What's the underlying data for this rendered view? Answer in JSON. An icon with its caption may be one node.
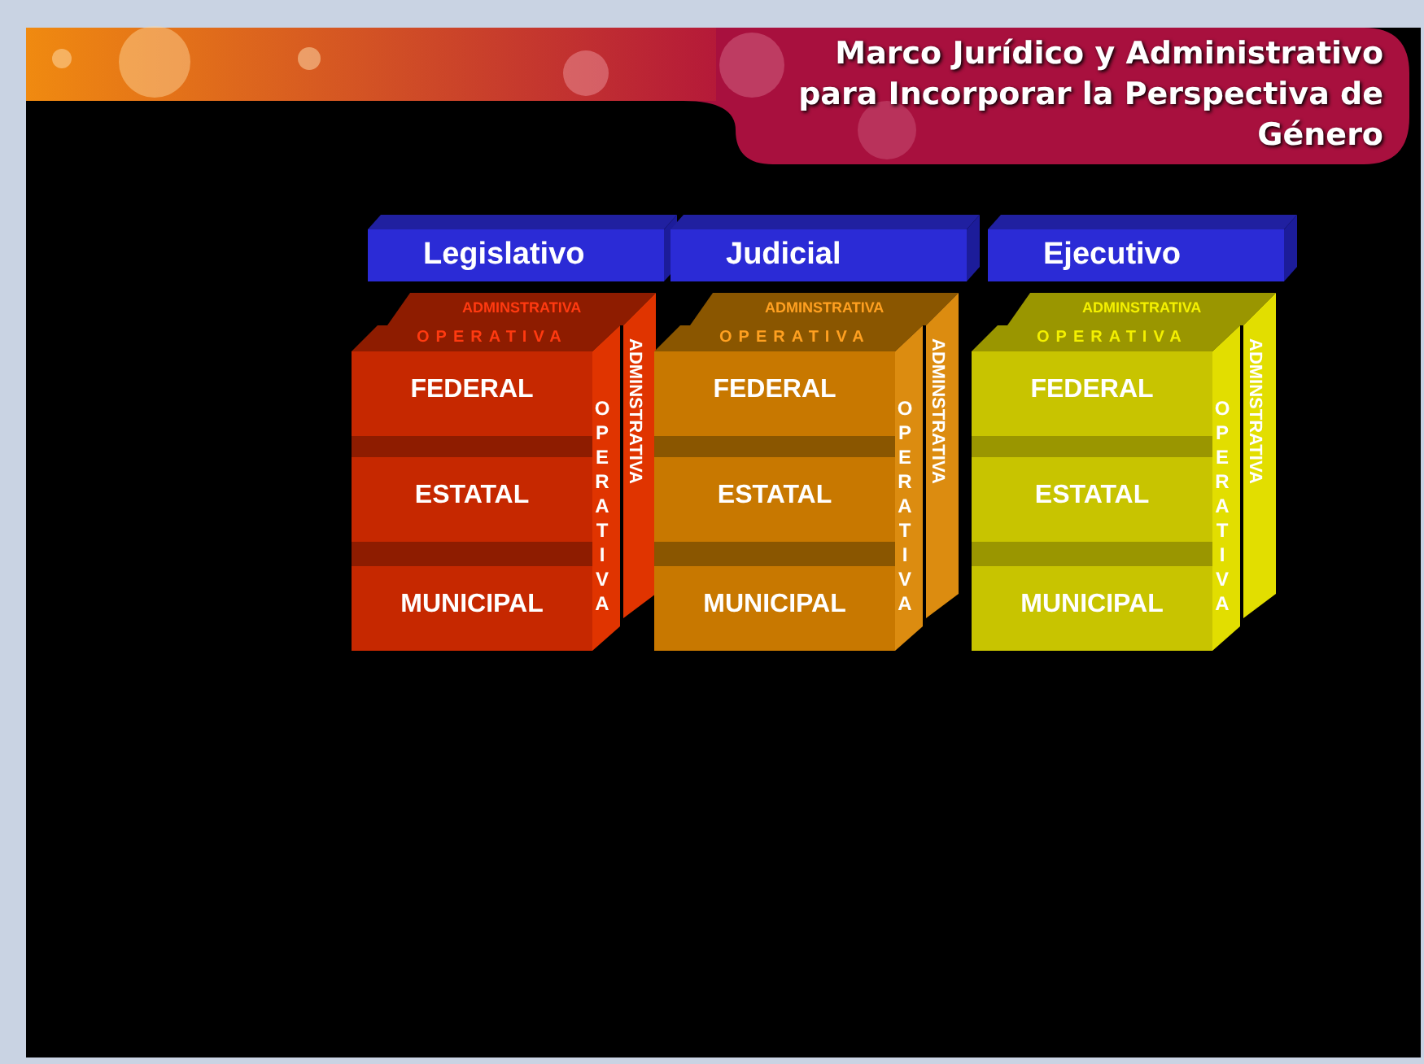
{
  "diagram": {
    "title": "Marco Jurídico y Administrativo para Incorporar la Perspectiva de Género",
    "nodes": [
      {
        "text": [
          "Legislativo"
        ]
      },
      {
        "text": [
          "Judicial"
        ]
      },
      {
        "text": [
          "Ejecutivo"
        ]
      },
      {
        "text": [
          "ADMINSTRATIVA",
          "ADMINSTRATIVA"
        ]
      },
      {
        "text": [
          "OPERATIVA",
          "OPERATIVA"
        ]
      },
      {
        "text": [
          "FEDERAL"
        ],
        "in": 4
      },
      {
        "text": [
          "ESTATAL"
        ],
        "in": 4
      },
      {
        "text": [
          "MUNICIPAL"
        ],
        "in": 4
      },
      {
        "text": [
          "ADMINSTRATIVA",
          "ADMINSTRATIVA"
        ]
      },
      {
        "text": [
          "OPERATIVA",
          "OPERATIVA"
        ]
      },
      {
        "text": [
          "FEDERAL"
        ],
        "in": 9
      },
      {
        "text": [
          "ESTATAL"
        ],
        "in": 9
      },
      {
        "text": [
          "MUNICIPAL"
        ],
        "in": 9
      },
      {
        "text": [
          "ADMINSTRATIVA",
          "ADMINSTRATIVA"
        ]
      },
      {
        "text": [
          "OPERATIVA",
          "OPERATIVA"
        ]
      },
      {
        "text": [
          "FEDERAL"
        ],
        "in": 14
      },
      {
        "text": [
          "ESTATAL"
        ],
        "in": 14
      },
      {
        "text": [
          "MUNICIPAL"
        ],
        "in": 14
      }
    ],
    "edges": []
  }
}
